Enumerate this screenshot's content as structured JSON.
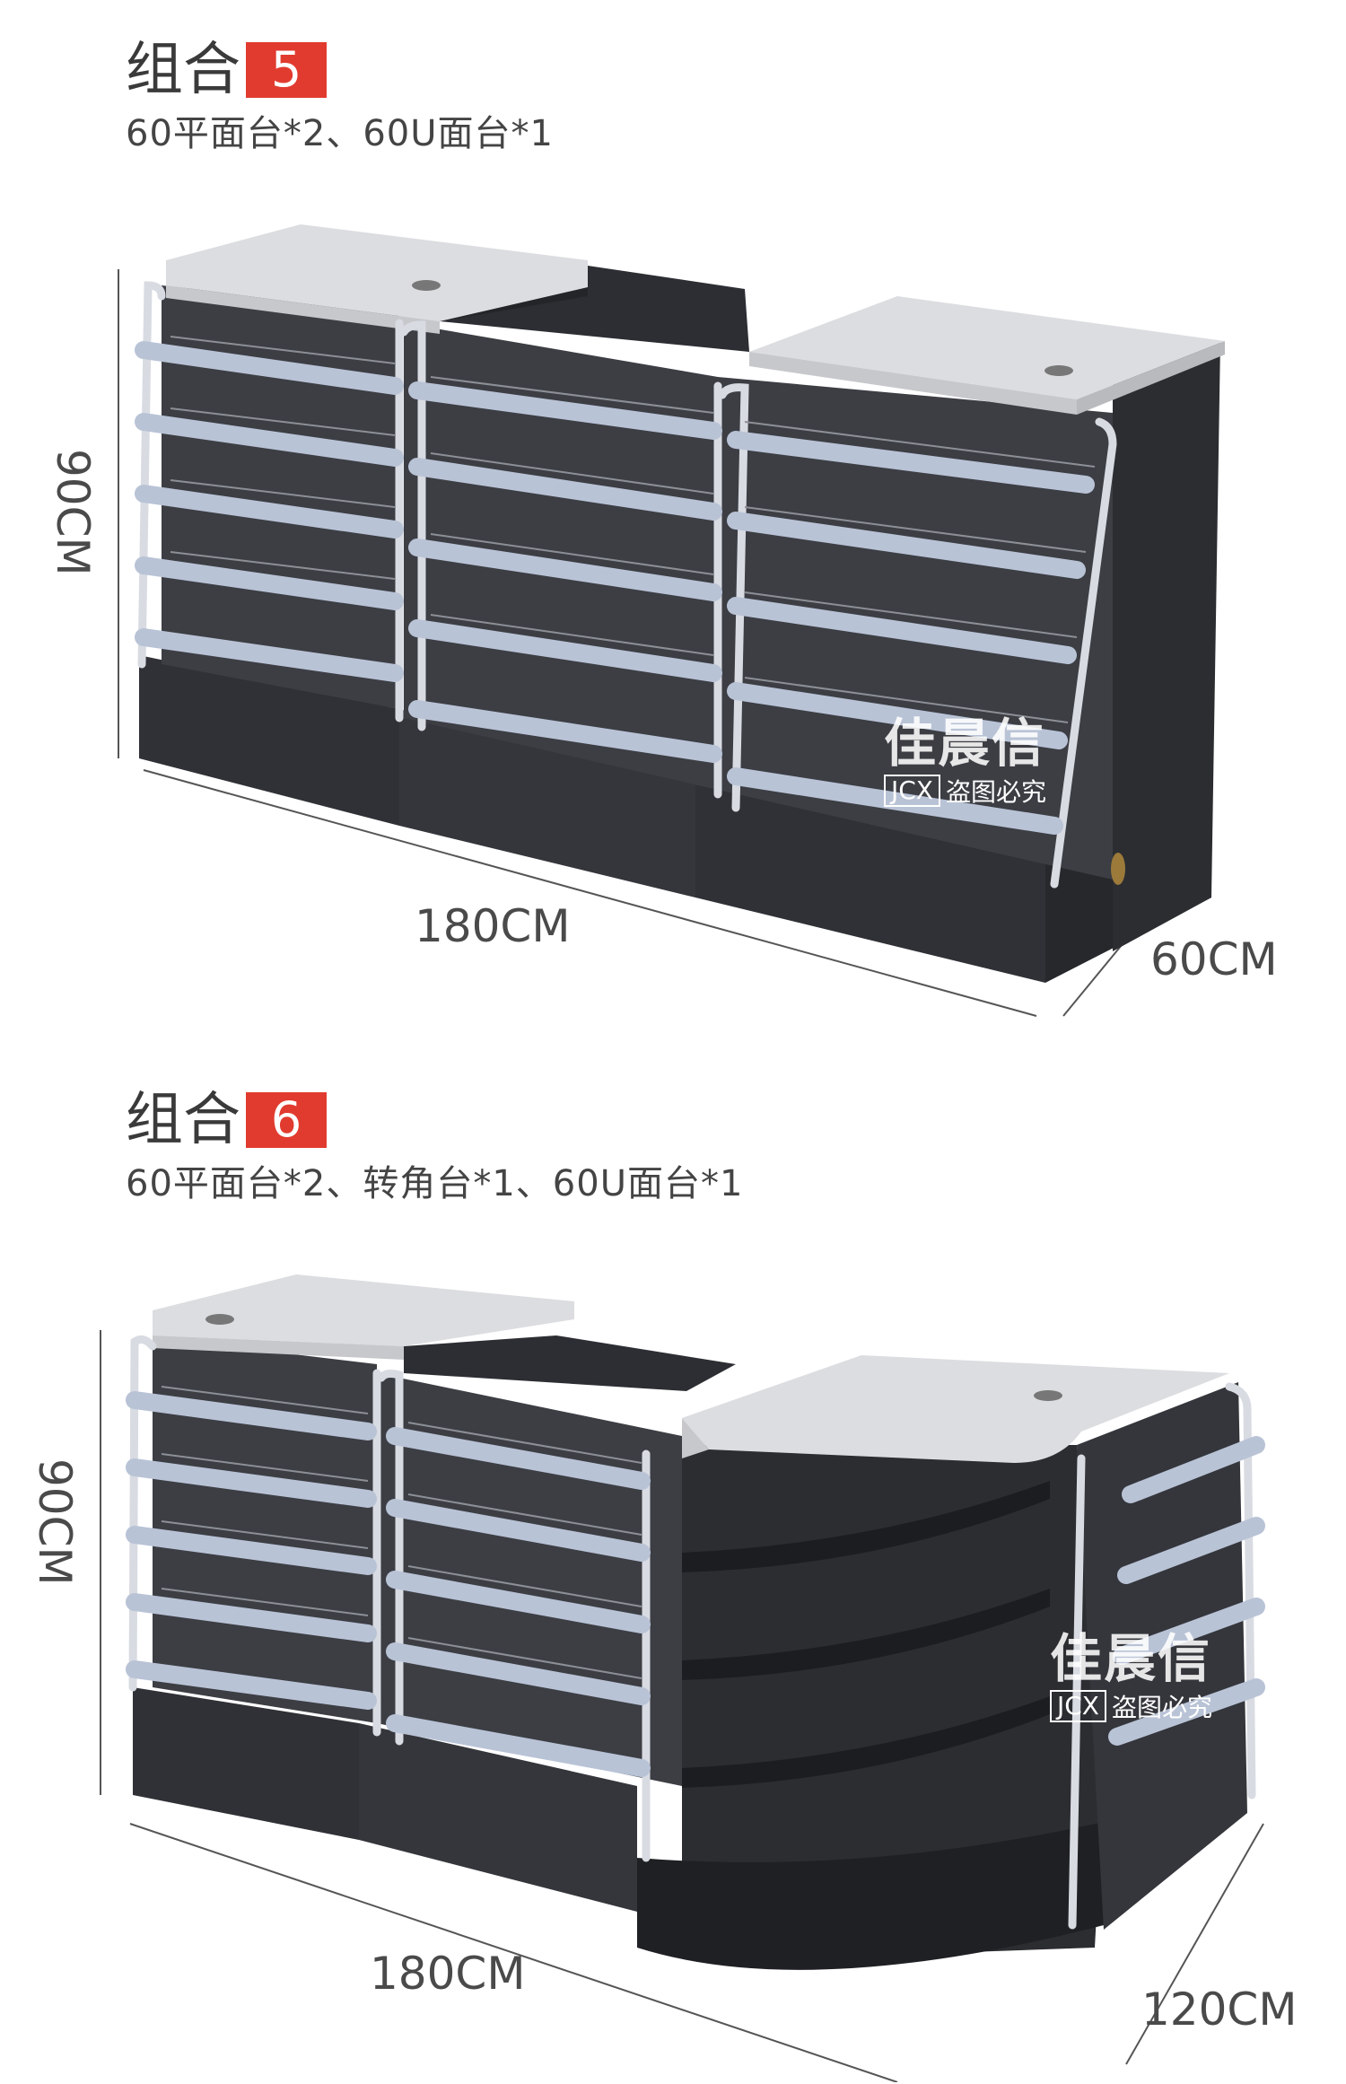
{
  "combos": [
    {
      "title": "组合",
      "number": "5",
      "subtitle": "60平面台*2、60U面台*1",
      "dims": {
        "height": "90CM",
        "length": "180CM",
        "depth": "60CM"
      },
      "watermark": {
        "brand": "佳晨信",
        "code": "JCX",
        "notice": "盗图必究"
      }
    },
    {
      "title": "组合",
      "number": "6",
      "subtitle": "60平面台*2、转角台*1、60U面台*1",
      "dims": {
        "height": "90CM",
        "length": "180CM",
        "depth": "120CM"
      },
      "watermark": {
        "brand": "佳晨信",
        "code": "JCX",
        "notice": "盗图必究"
      }
    }
  ],
  "colors": {
    "accent": "#e13b2f",
    "cabinet": "#3a3c41",
    "countertop": "#dcdde0",
    "rail": "#b9c3d6"
  }
}
